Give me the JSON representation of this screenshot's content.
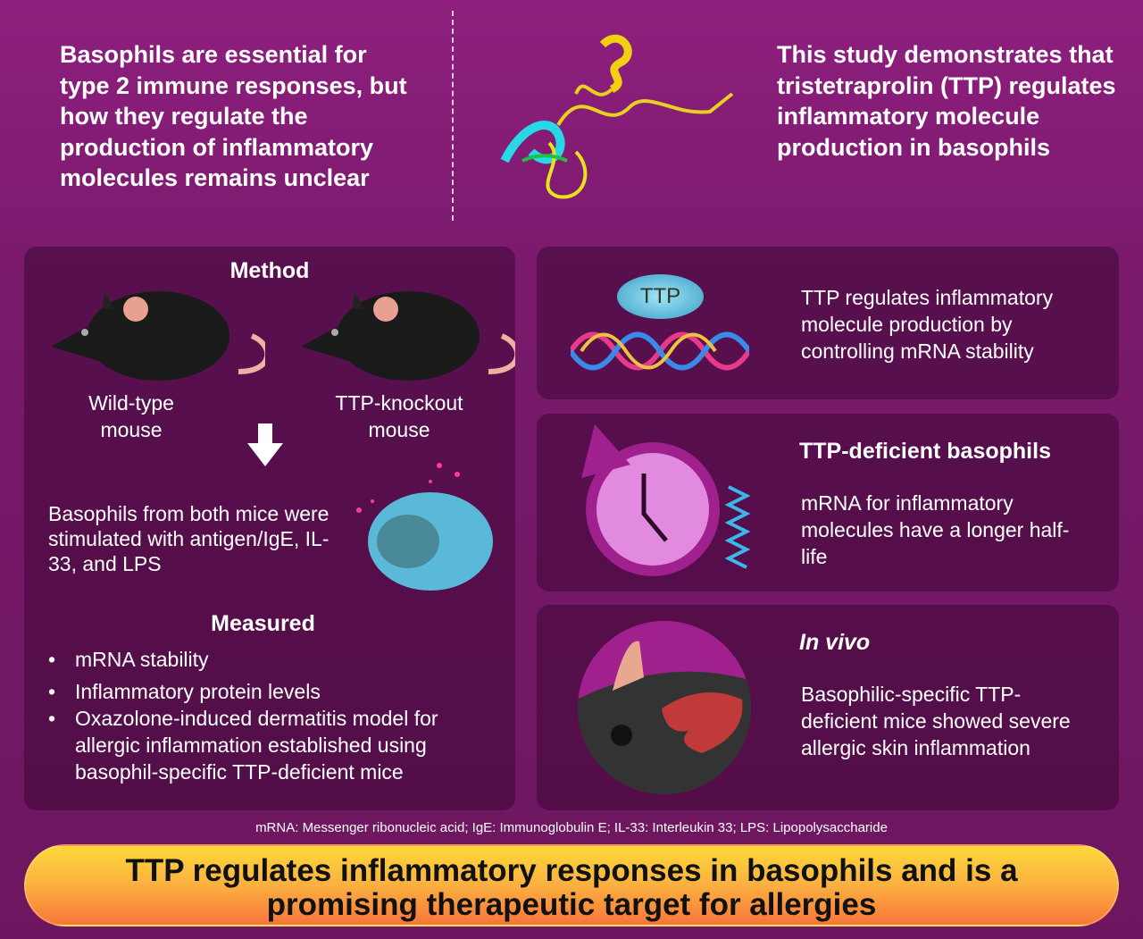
{
  "top": {
    "left_text": "Basophils are essential for type 2 immune responses, but how they regulate the production of inflammatory molecules remains unclear",
    "right_text": "This study demonstrates that tristetraprolin (TTP) regulates inflammatory molecule production in basophils"
  },
  "method": {
    "title": "Method",
    "mouse1": "Wild-type mouse",
    "mouse2": "TTP-knockout mouse",
    "stimulation": "Basophils from both mice were stimulated with antigen/IgE, IL-33, and LPS",
    "measured_title": "Measured",
    "measured": [
      "mRNA stability",
      "Inflammatory protein levels",
      "Oxazolone-induced dermatitis model for allergic inflammation established using basophil-specific TTP-deficient mice"
    ]
  },
  "panel1": {
    "badge": "TTP",
    "text": "TTP regulates inflammatory molecule production by controlling mRNA stability"
  },
  "panel2": {
    "title": "TTP-deficient basophils",
    "text": "mRNA for inflammatory molecules have a longer half-life"
  },
  "panel3": {
    "title": "In vivo",
    "text": "Basophilic-specific TTP-deficient mice showed severe allergic skin inflammation"
  },
  "footnote": "mRNA: Messenger ribonucleic acid; IgE: Immunoglobulin E; IL-33: Interleukin 33; LPS: Lipopolysaccharide",
  "conclusion": "TTP regulates inflammatory responses in basophils and is a promising therapeutic target for allergies",
  "colors": {
    "bg": "#8e1f7e",
    "banner_top": "#fbd83a",
    "banner_bottom": "#f7763a"
  }
}
